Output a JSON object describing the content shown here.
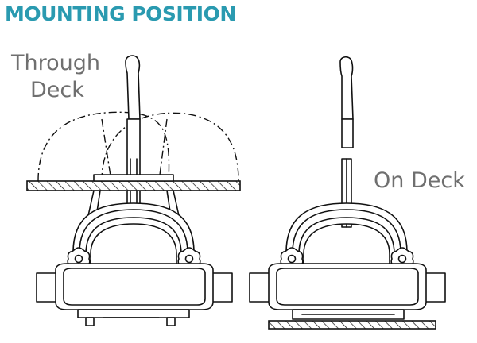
{
  "heading": {
    "title": "MOUNTING POSITION",
    "color": "#2a9ab0"
  },
  "views": [
    {
      "label_line1": "Through",
      "label_line2": "Deck"
    },
    {
      "label": "On Deck"
    }
  ],
  "label_color": "#6f6f6f"
}
